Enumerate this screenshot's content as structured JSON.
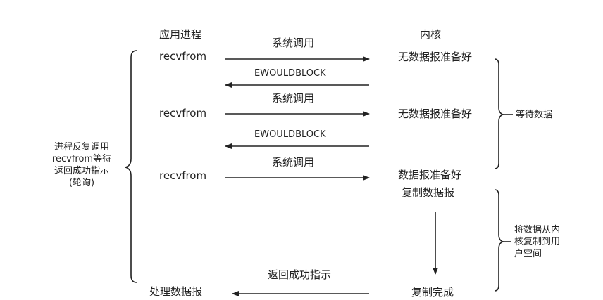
{
  "headers": {
    "app": "应用进程",
    "kernel": "内核"
  },
  "rows": [
    {
      "app": "recvfrom",
      "call": "系统调用",
      "kernel": "无数据报准备好",
      "reply": "EWOULDBLOCK"
    },
    {
      "app": "recvfrom",
      "call": "系统调用",
      "kernel": "无数据报准备好",
      "reply": "EWOULDBLOCK"
    },
    {
      "app": "recvfrom",
      "call": "系统调用",
      "kernel_line1": "数据报准备好",
      "kernel_line2": "复制数据报"
    }
  ],
  "final": {
    "app": "处理数据报",
    "reply": "返回成功指示",
    "kernel": "复制完成"
  },
  "left_note": [
    "进程反复调用",
    "recvfrom等待",
    "返回成功指示",
    "(轮询)"
  ],
  "wait_note": "等待数据",
  "copy_note": [
    "将数据从内",
    "核复制到用",
    "户空间"
  ]
}
